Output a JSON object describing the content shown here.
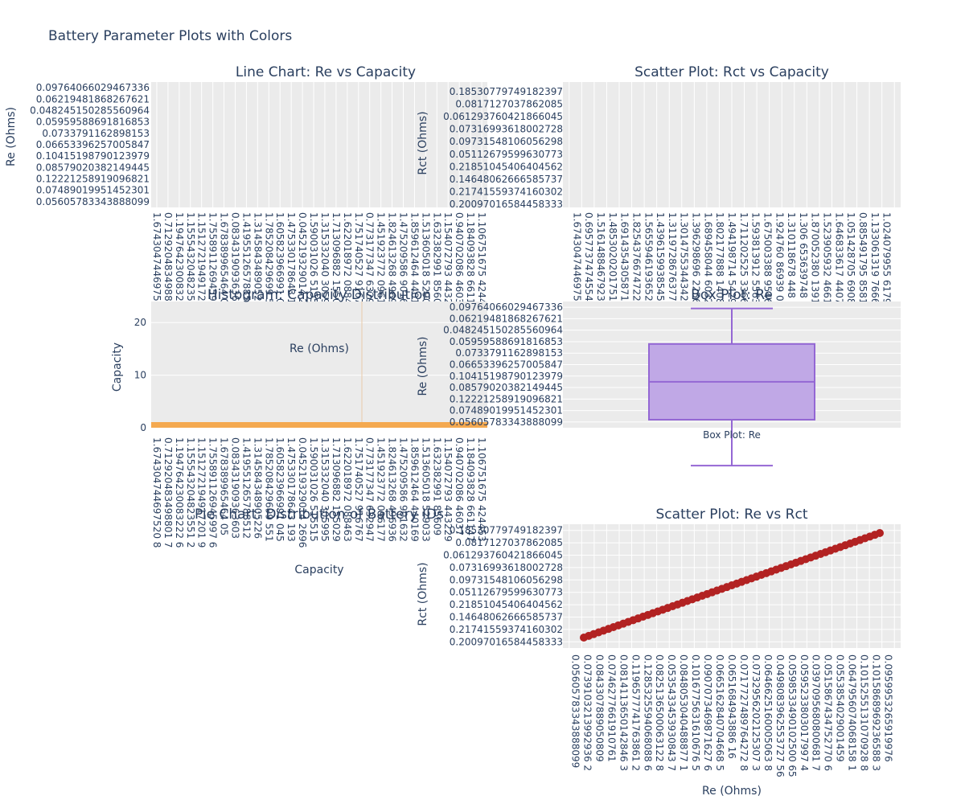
{
  "figure": {
    "title": "Battery Parameter Plots with Colors"
  },
  "chart_data": [
    {
      "type": "line",
      "title": "Line Chart: Re vs Capacity",
      "xlabel": "",
      "ylabel": "Re (Ohms)",
      "color": "#ff7f0e",
      "x_ticks": [
        "1.674304744697520B",
        "0.712920483498801 7",
        "1.194764230083222 6",
        "1.155543204823551 2",
        "1.151272194917201 9",
        "1.755891126945997 6",
        "1.678389965464 05",
        "0.083431909363603",
        "1.419551265788512",
        "1.314584348905226",
        "1.785208429699 551",
        "1.605823966991 045",
        "1.475330178643 193",
        "0.045219329014 2696",
        "1.590031026 515515",
        "1.315332040 305995",
        "1.713096882 155029",
        "1.622018972 088463",
        "1.751740527 916767",
        "0.773177347 632947",
        "1.451923772 096177",
        "1.824613268 496936",
        "1.475209586 901632",
        "1.859612464 440169",
        "1.513605018 529033",
        "1.632382991 85609",
        "1.154072793 443229",
        "0.940702086 46037",
        "1.184093828 661147",
        "1.106751675 424453"
      ],
      "y_ticks": [
        "0.09764066029467336",
        "0.06219481868267621",
        "0.048245150285560964",
        "0.05959588691816853",
        "0.0733791162898153",
        "0.06653396257005847",
        "0.10415198790123979",
        "0.08579020382149445",
        "0.12221258919096821",
        "0.07489019951452301",
        "0.05605783343888099"
      ]
    },
    {
      "type": "scatter",
      "title": "Scatter Plot: Rct vs Capacity",
      "xlabel": "",
      "ylabel": "Rct (Ohms)",
      "x_ticks": [
        "1.674304744697520 8",
        "0.695773747455482",
        "1.516148846792314 3",
        "1.485302020175167 4",
        "1.691435430587127",
        "1.825437667472292 7",
        "1.565594619365283 4",
        "1.439615993854515 4",
        "1.311972867637755 3",
        "1.301475534434217",
        "1.396298696 225604",
        "1.689458044 603207",
        "1.802177888 140869",
        "1.494198714 542969",
        "1.711202525 336619",
        "1.593813912 556372",
        "1.675003388 954646",
        "1.924760 86939 0835",
        "1.310118678 448 1063",
        "1.306 653639748 8535",
        "1.870052380 139199",
        "1.523905932 466124 8",
        "1.646833617 440780 5",
        "1.051428705 690825 6",
        "0.885491795 858196 4",
        "1.133061319 766684 6",
        "1.024079955 617933 2"
      ],
      "y_ticks": [
        "0.18530779749182397",
        "0.0817127037862085",
        "0.061293760421866045",
        "0.07316993618002728",
        "0.09731548106056298",
        "0.05112679599630773",
        "0.21851045406404562",
        "0.14648062666585737",
        "0.21741559374160302",
        "0.20097016584458333"
      ]
    },
    {
      "type": "bar",
      "title": "Histogram: Capacity Distribution",
      "xlabel": "Capacity",
      "ylabel": "Capacity",
      "annotation": "Re (Ohms)",
      "color": "#f4a950",
      "ylim": [
        0,
        24
      ],
      "y_ticks": [
        0,
        10,
        20
      ],
      "x_ticks": [
        "1.674304744697520 8",
        "0.712920483498801 7",
        "1.194764230083222 6",
        "1.155543204823551 2",
        "1.151272194917201 9",
        "1.755891126945997 6",
        "1.678389965464 05",
        "0.083431909363603",
        "1.419551265788512",
        "1.314584348905226",
        "1.785208429699 551",
        "1.605823966991 045",
        "1.475330178643 193",
        "0.045219329014 2696",
        "1.590031026 515515",
        "1.315332040 305995",
        "1.713096882 155029",
        "1.622018972 088463",
        "1.751740527 916767",
        "0.773177347 632947",
        "1.451923772 096177",
        "1.824613268 496936",
        "1.475209586 901632",
        "1.859612464 440169",
        "1.513605018 529033",
        "1.632382991 85609",
        "1.154072793 443229",
        "0.940702086 46037",
        "1.184093828 661147",
        "1.106751675 424453"
      ]
    },
    {
      "type": "box",
      "title": "Box Plot: Re",
      "xlabel": "Box Plot: Re",
      "ylabel": "Re (Ohms)",
      "color": "#9467d4",
      "fill": "#c0a8e6",
      "y_ticks": [
        "0.09764066029467336",
        "0.06219481868267621",
        "0.048245150285560964",
        "0.05959588691816853",
        "0.0733791162898153",
        "0.06653396257005847",
        "0.10415198790123979",
        "0.08579020382149445",
        "0.12221258919096821",
        "0.07489019951452301",
        "0.05605783343888099"
      ],
      "q_positions_by_tick_index": {
        "max": 0.1,
        "q3": 3.2,
        "median": 6.5,
        "q1": 9.8,
        "min": 13.8
      }
    },
    {
      "type": "pie",
      "title": "Pie Chart: Distribution of Battery IDs"
    },
    {
      "type": "scatter",
      "title": "Scatter Plot: Re vs Rct",
      "xlabel": "Re (Ohms)",
      "ylabel": "Rct (Ohms)",
      "color": "#b22222",
      "y_ticks": [
        "0.18530779749182397",
        "0.0817127037862085",
        "0.061293760421866045",
        "0.07316993618002728",
        "0.09731548106056298",
        "0.05112679599630773",
        "0.21851045406404562",
        "0.14648062666585737",
        "0.21741559374160302",
        "0.20097016584458333"
      ],
      "x_ticks": [
        "0.05605783343888099",
        "0.0739103213992936 2",
        "0.0843307889050809",
        "0.0746277661910761",
        "0.0814113650142846 3",
        "0.1196577741763861 2",
        "0.1285325594068088 6",
        "0.0825136500063122 8",
        "0.0535433453930843 7",
        "0.0848053040488877 1",
        "0.1016775631610676 5",
        "0.0907073469871627 6",
        "0.0665162840704668 5",
        "0.0651684943886 16",
        "0.0717727489764272 8",
        "0.0732956202125307 3",
        "0.0646625160005063 8",
        "0.0498083962553727 56",
        "0.0598533490102500 65",
        "0.0595233803017997 4",
        "0.0397095680800681 7",
        "0.0515867434752770 6",
        "0.0553854029001459",
        "0.0647956074068158 1",
        "0.1015255131070928 8",
        "0.1015868969236588 3",
        "0.0959953265919976"
      ]
    }
  ]
}
